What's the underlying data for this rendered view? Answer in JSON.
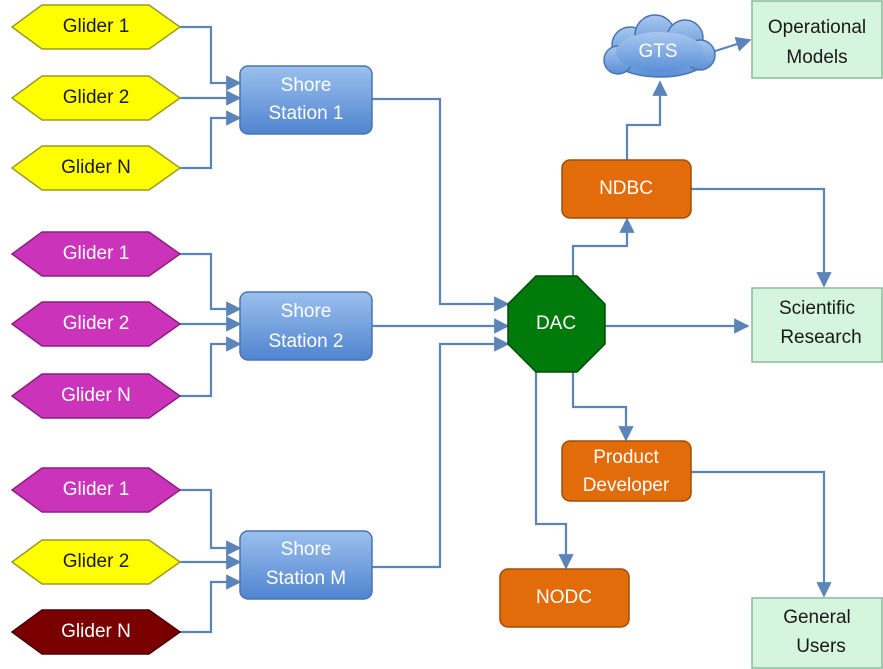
{
  "colors": {
    "glider_yellow": "#ffff00",
    "glider_magenta": "#cc33bb",
    "glider_darkred": "#7a0000",
    "shore_station": "#6a9ad8",
    "dac": "#007a0a",
    "orange_node": "#e26b0a",
    "output_box": "#d6f5df",
    "cloud": "#6fa2dd",
    "connector": "#5b84b8"
  },
  "gliders": [
    {
      "id": "g1a",
      "label": "Glider 1",
      "color": "yellow"
    },
    {
      "id": "g2a",
      "label": "Glider 2",
      "color": "yellow"
    },
    {
      "id": "gna",
      "label": "Glider N",
      "color": "yellow"
    },
    {
      "id": "g1b",
      "label": "Glider 1",
      "color": "magenta"
    },
    {
      "id": "g2b",
      "label": "Glider 2",
      "color": "magenta"
    },
    {
      "id": "gnb",
      "label": "Glider N",
      "color": "magenta"
    },
    {
      "id": "g1c",
      "label": "Glider 1",
      "color": "magenta"
    },
    {
      "id": "g2c",
      "label": "Glider 2",
      "color": "yellow"
    },
    {
      "id": "gnc",
      "label": "Glider N",
      "color": "dark-red"
    }
  ],
  "shore_stations": [
    {
      "id": "s1",
      "line1": "Shore",
      "line2": "Station 1"
    },
    {
      "id": "s2",
      "line1": "Shore",
      "line2": "Station 2"
    },
    {
      "id": "sm",
      "line1": "Shore",
      "line2": "Station M"
    }
  ],
  "dac": {
    "label": "DAC"
  },
  "ndbc": {
    "label": "NDBC"
  },
  "gts": {
    "label": "GTS"
  },
  "nodc": {
    "label": "NODC"
  },
  "product_developer": {
    "line1": "Product",
    "line2": "Developer"
  },
  "outputs": {
    "operational_models": {
      "line1": "Operational",
      "line2": "Models"
    },
    "scientific_research": {
      "line1": "Scientific",
      "line2": "Research"
    },
    "general_users": {
      "line1": "General",
      "line2": "Users"
    }
  }
}
